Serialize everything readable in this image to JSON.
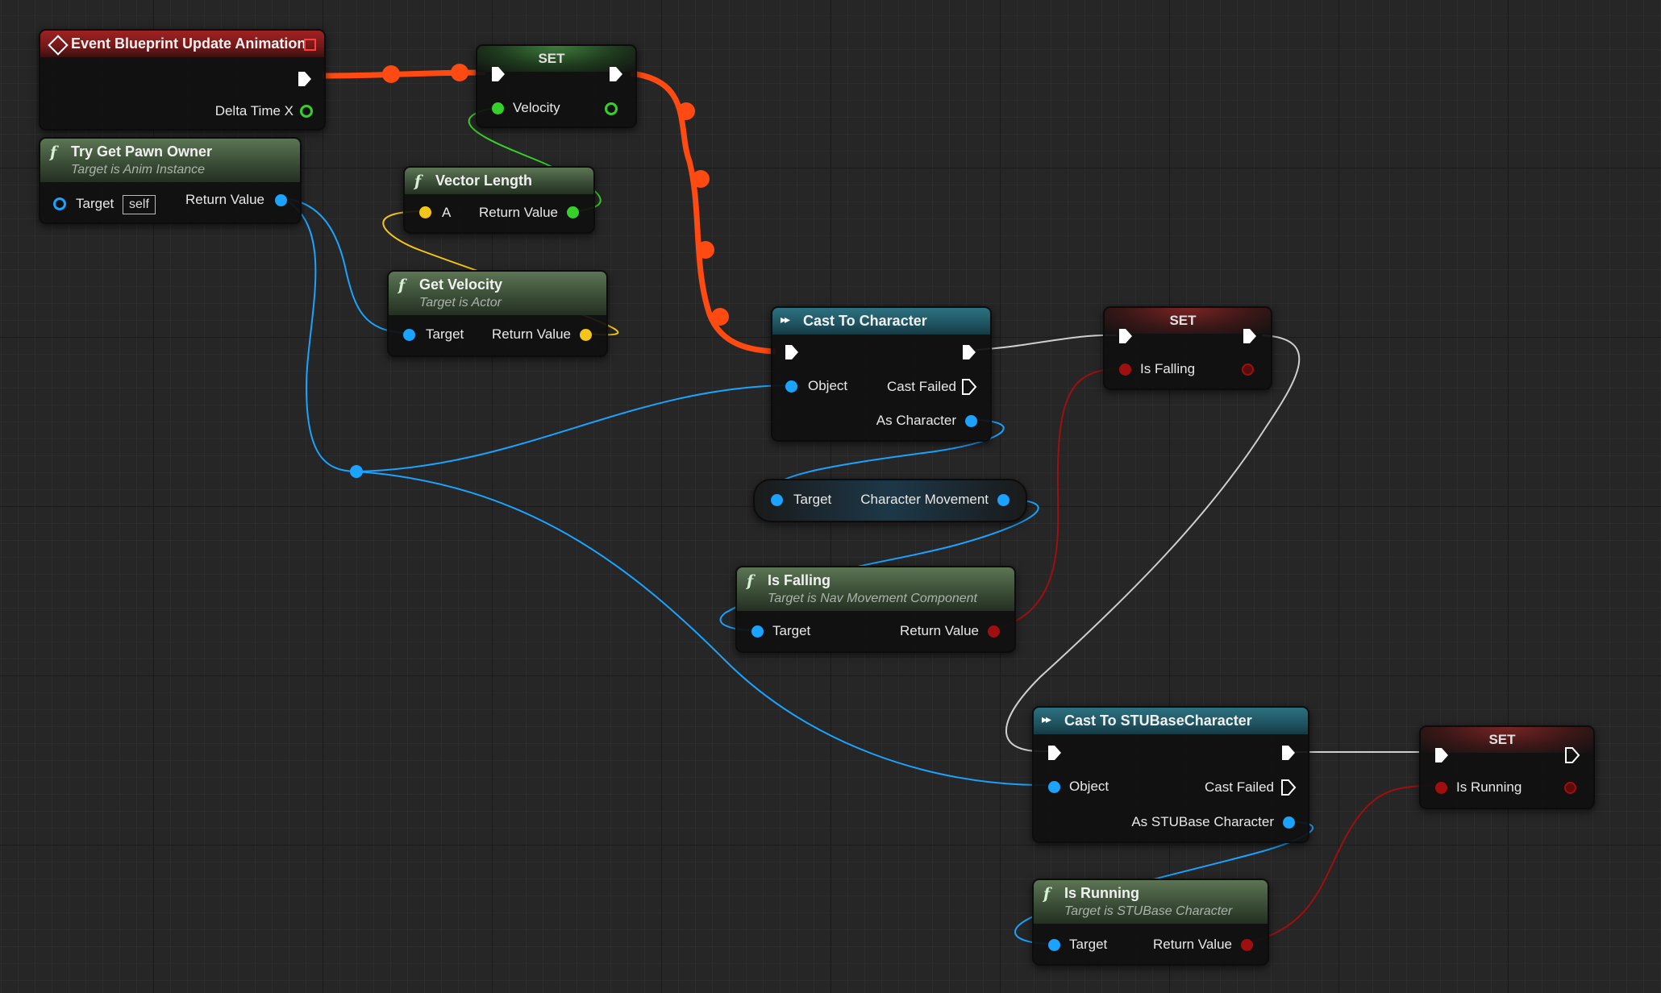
{
  "nodes": {
    "event_update": {
      "title": "Event Blueprint Update Animation",
      "delta_pin": "Delta Time X"
    },
    "set_velocity": {
      "title": "SET",
      "pin": "Velocity"
    },
    "try_get_pawn": {
      "title": "Try Get Pawn Owner",
      "subtitle": "Target is Anim Instance",
      "target_pin": "Target",
      "target_default": "self",
      "return_pin": "Return Value"
    },
    "vector_length": {
      "title": "Vector Length",
      "a_pin": "A",
      "return_pin": "Return Value"
    },
    "get_velocity": {
      "title": "Get Velocity",
      "subtitle": "Target is Actor",
      "target_pin": "Target",
      "return_pin": "Return Value"
    },
    "cast_character": {
      "title": "Cast To Character",
      "object_pin": "Object",
      "failed_pin": "Cast Failed",
      "as_pin": "As Character"
    },
    "set_falling": {
      "title": "SET",
      "pin": "Is Falling"
    },
    "char_movement": {
      "target_pin": "Target",
      "output_pin": "Character Movement"
    },
    "is_falling": {
      "title": "Is Falling",
      "subtitle": "Target is Nav Movement Component",
      "target_pin": "Target",
      "return_pin": "Return Value"
    },
    "cast_stu": {
      "title": "Cast To STUBaseCharacter",
      "object_pin": "Object",
      "failed_pin": "Cast Failed",
      "as_pin": "As STUBase Character"
    },
    "set_running": {
      "title": "SET",
      "pin": "Is Running"
    },
    "is_running": {
      "title": "Is Running",
      "subtitle": "Target is STUBase Character",
      "target_pin": "Target",
      "return_pin": "Return Value"
    }
  },
  "colors": {
    "exec_active": "#ff4a12",
    "exec_wire": "#cfcfcf",
    "object_pin": "#1aa3ff",
    "vector_pin": "#f5c518",
    "float_pin": "#35d12a",
    "bool_pin": "#a00f0f"
  }
}
